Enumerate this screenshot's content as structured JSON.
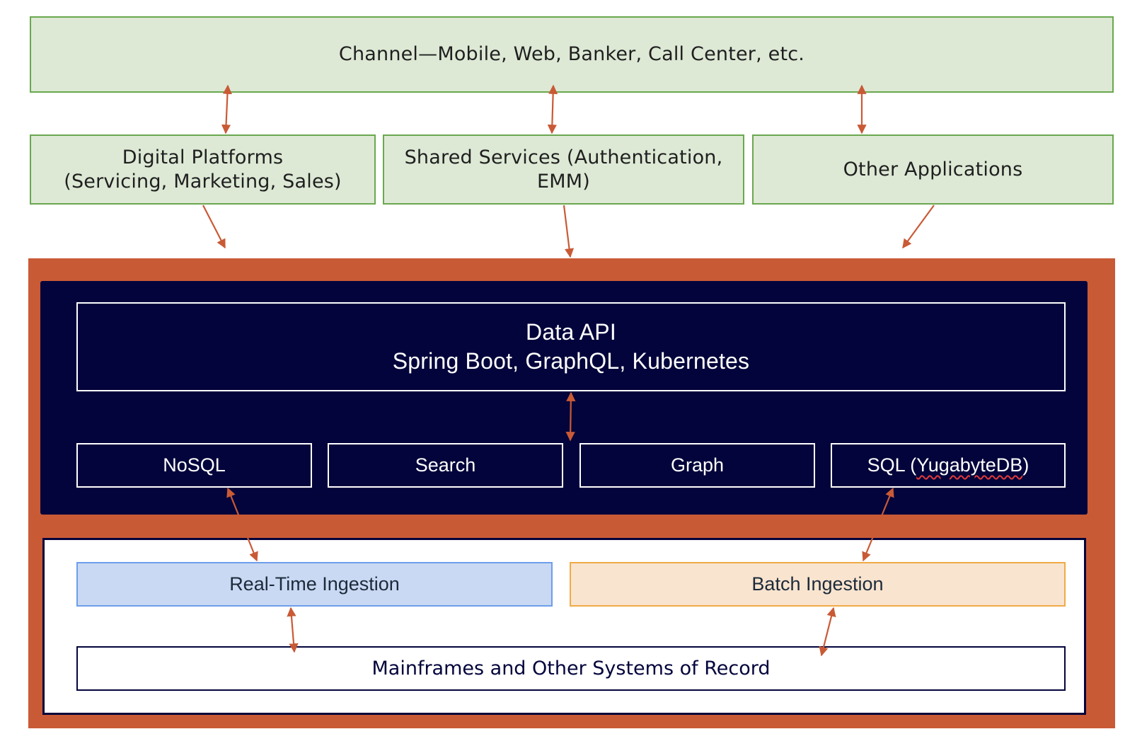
{
  "channel": {
    "label": "Channel—Mobile, Web, Banker, Call Center, etc."
  },
  "middle_tier": {
    "digital_platforms": {
      "line1": "Digital Platforms",
      "line2": "(Servicing, Marketing, Sales)"
    },
    "shared_services": {
      "line1": "Shared Services (Authentication,",
      "line2": "EMM)"
    },
    "other_applications": {
      "label": "Other Applications"
    }
  },
  "data_api": {
    "title": "Data API",
    "subtitle": "Spring Boot, GraphQL, Kubernetes"
  },
  "stores": [
    {
      "label": "NoSQL"
    },
    {
      "label": "Search"
    },
    {
      "label": "Graph"
    }
  ],
  "sql_store": {
    "prefix": "SQL (",
    "name": "YugabyteDB",
    "suffix": ")"
  },
  "ingestion": {
    "real_time": "Real-Time Ingestion",
    "batch": "Batch Ingestion"
  },
  "systems_of_record": {
    "label": "Mainframes and Other Systems of Record"
  },
  "colors": {
    "arrow": "#c95a36",
    "outer_frame": "#c95a36",
    "api_panel": "#03043b",
    "green_fill": "#dde9d5",
    "green_border": "#6aa84f",
    "blue_fill": "#c9d9f3",
    "orange_fill": "#f9e4cf"
  }
}
